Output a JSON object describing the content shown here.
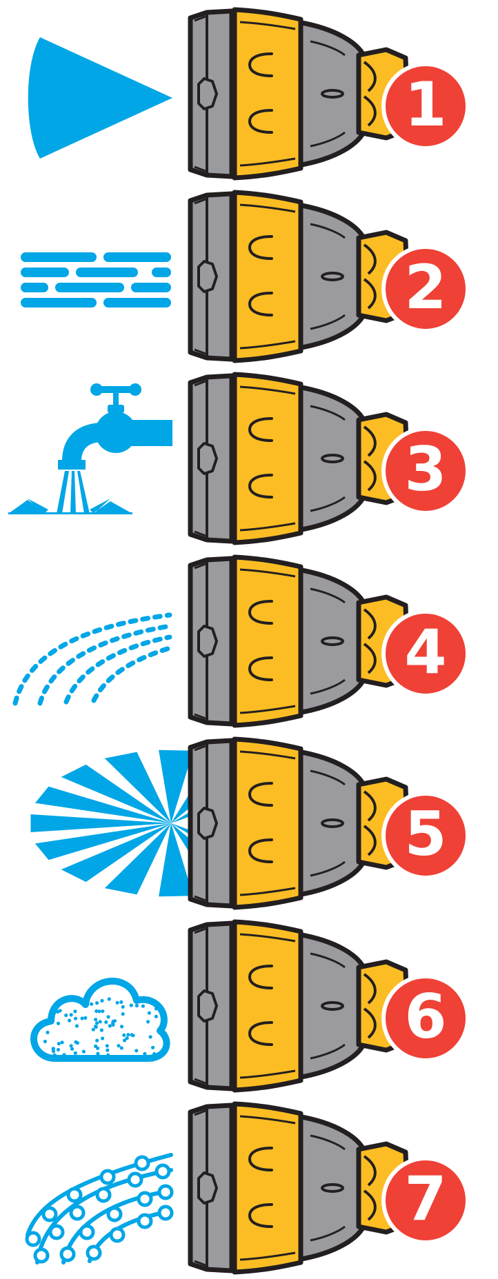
{
  "colors": {
    "water": "#00a6e6",
    "nozzle_gray": "#9b9b9f",
    "nozzle_yellow": "#fbbd23",
    "outline": "#231f20",
    "badge": "#ef4136"
  },
  "settings": [
    {
      "number": "1",
      "icon": "cone-jet-icon"
    },
    {
      "number": "2",
      "icon": "flat-stream-icon"
    },
    {
      "number": "3",
      "icon": "tap-shower-icon"
    },
    {
      "number": "4",
      "icon": "spray-drops-icon"
    },
    {
      "number": "5",
      "icon": "fan-spray-icon"
    },
    {
      "number": "6",
      "icon": "mist-cloud-icon"
    },
    {
      "number": "7",
      "icon": "soaker-icon"
    }
  ]
}
